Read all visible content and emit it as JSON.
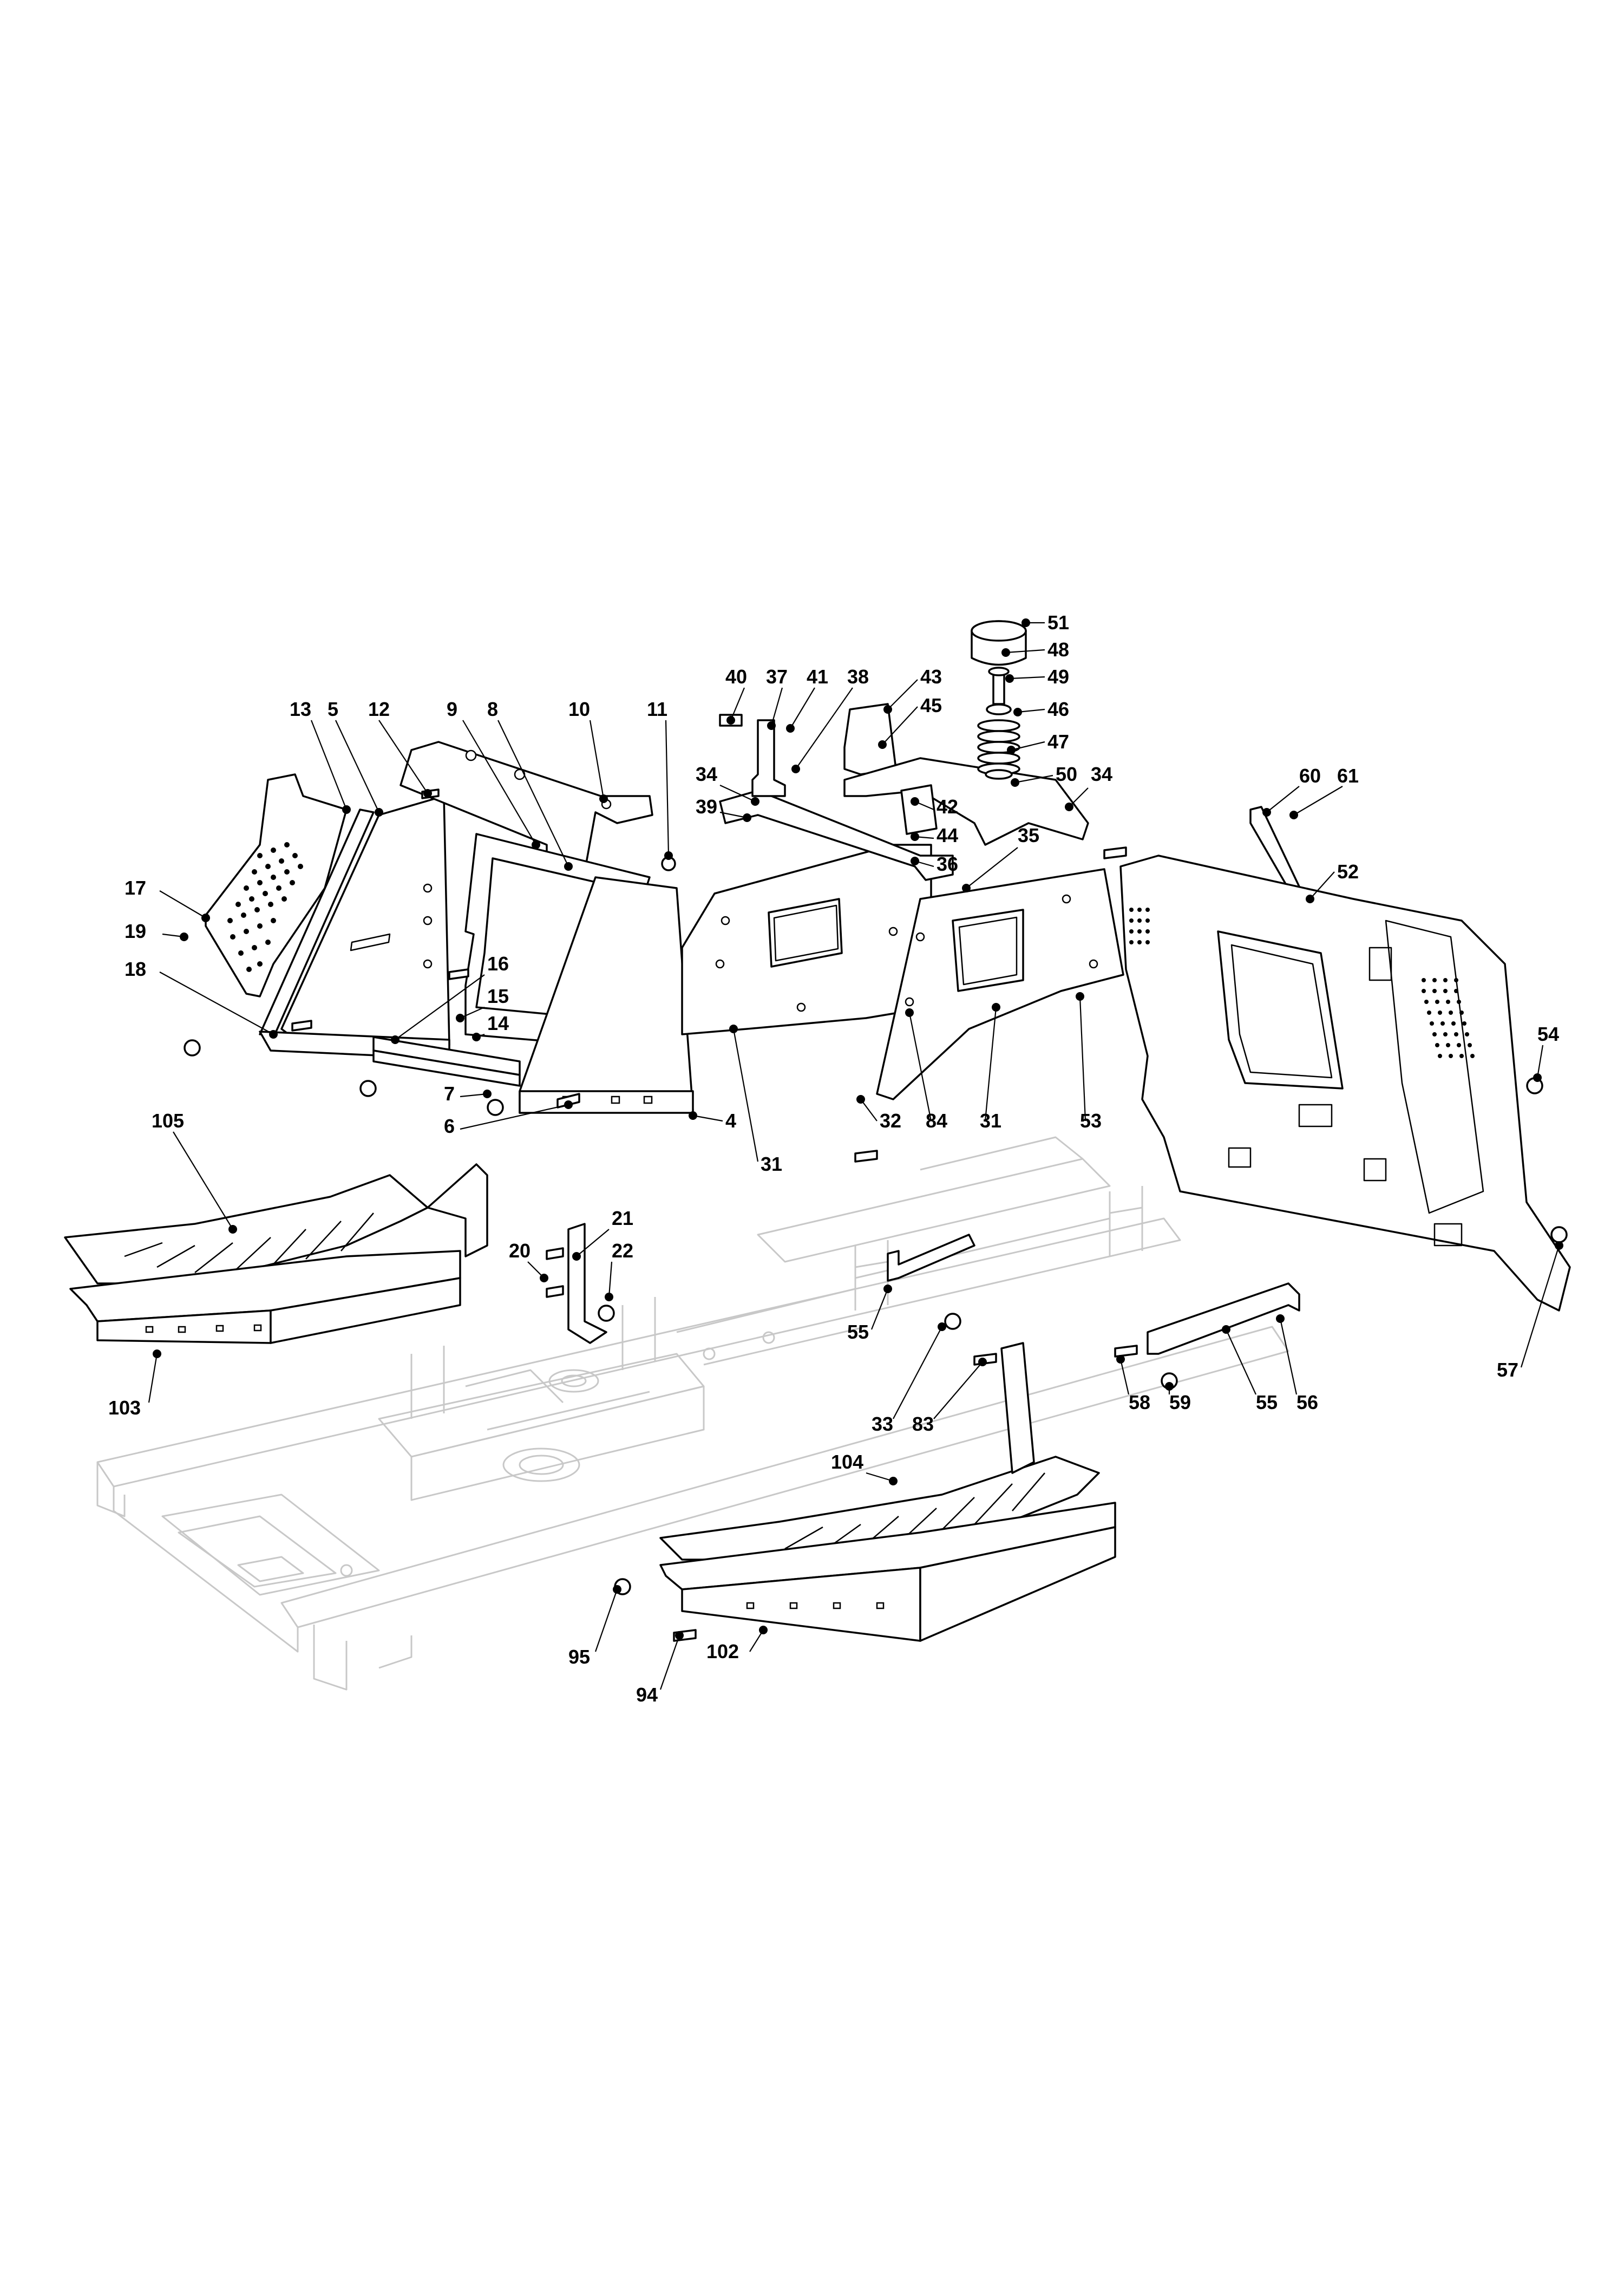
{
  "diagram": {
    "callouts": [
      {
        "id": "c51",
        "label": "51"
      },
      {
        "id": "c48",
        "label": "48"
      },
      {
        "id": "c49",
        "label": "49"
      },
      {
        "id": "c46",
        "label": "46"
      },
      {
        "id": "c47",
        "label": "47"
      },
      {
        "id": "c50",
        "label": "50"
      },
      {
        "id": "c34r",
        "label": "34"
      },
      {
        "id": "c40",
        "label": "40"
      },
      {
        "id": "c37",
        "label": "37"
      },
      {
        "id": "c41",
        "label": "41"
      },
      {
        "id": "c38",
        "label": "38"
      },
      {
        "id": "c43",
        "label": "43"
      },
      {
        "id": "c45",
        "label": "45"
      },
      {
        "id": "c34l",
        "label": "34"
      },
      {
        "id": "c39",
        "label": "39"
      },
      {
        "id": "c42",
        "label": "42"
      },
      {
        "id": "c44",
        "label": "44"
      },
      {
        "id": "c36",
        "label": "36"
      },
      {
        "id": "c35",
        "label": "35"
      },
      {
        "id": "c60",
        "label": "60"
      },
      {
        "id": "c61",
        "label": "61"
      },
      {
        "id": "c52",
        "label": "52"
      },
      {
        "id": "c13",
        "label": "13"
      },
      {
        "id": "c5",
        "label": "5"
      },
      {
        "id": "c12",
        "label": "12"
      },
      {
        "id": "c9",
        "label": "9"
      },
      {
        "id": "c8",
        "label": "8"
      },
      {
        "id": "c10",
        "label": "10"
      },
      {
        "id": "c11",
        "label": "11"
      },
      {
        "id": "c17",
        "label": "17"
      },
      {
        "id": "c19",
        "label": "19"
      },
      {
        "id": "c18",
        "label": "18"
      },
      {
        "id": "c16",
        "label": "16"
      },
      {
        "id": "c15",
        "label": "15"
      },
      {
        "id": "c14",
        "label": "14"
      },
      {
        "id": "c7",
        "label": "7"
      },
      {
        "id": "c6",
        "label": "6"
      },
      {
        "id": "c4",
        "label": "4"
      },
      {
        "id": "c31l",
        "label": "31"
      },
      {
        "id": "c32",
        "label": "32"
      },
      {
        "id": "c84",
        "label": "84"
      },
      {
        "id": "c31r",
        "label": "31"
      },
      {
        "id": "c53",
        "label": "53"
      },
      {
        "id": "c54",
        "label": "54"
      },
      {
        "id": "c105",
        "label": "105"
      },
      {
        "id": "c21",
        "label": "21"
      },
      {
        "id": "c20",
        "label": "20"
      },
      {
        "id": "c22",
        "label": "22"
      },
      {
        "id": "c55l",
        "label": "55"
      },
      {
        "id": "c103",
        "label": "103"
      },
      {
        "id": "c33",
        "label": "33"
      },
      {
        "id": "c83",
        "label": "83"
      },
      {
        "id": "c58",
        "label": "58"
      },
      {
        "id": "c59",
        "label": "59"
      },
      {
        "id": "c55r",
        "label": "55"
      },
      {
        "id": "c56",
        "label": "56"
      },
      {
        "id": "c57",
        "label": "57"
      },
      {
        "id": "c104",
        "label": "104"
      },
      {
        "id": "c95",
        "label": "95"
      },
      {
        "id": "c94",
        "label": "94"
      },
      {
        "id": "c102",
        "label": "102"
      }
    ]
  }
}
